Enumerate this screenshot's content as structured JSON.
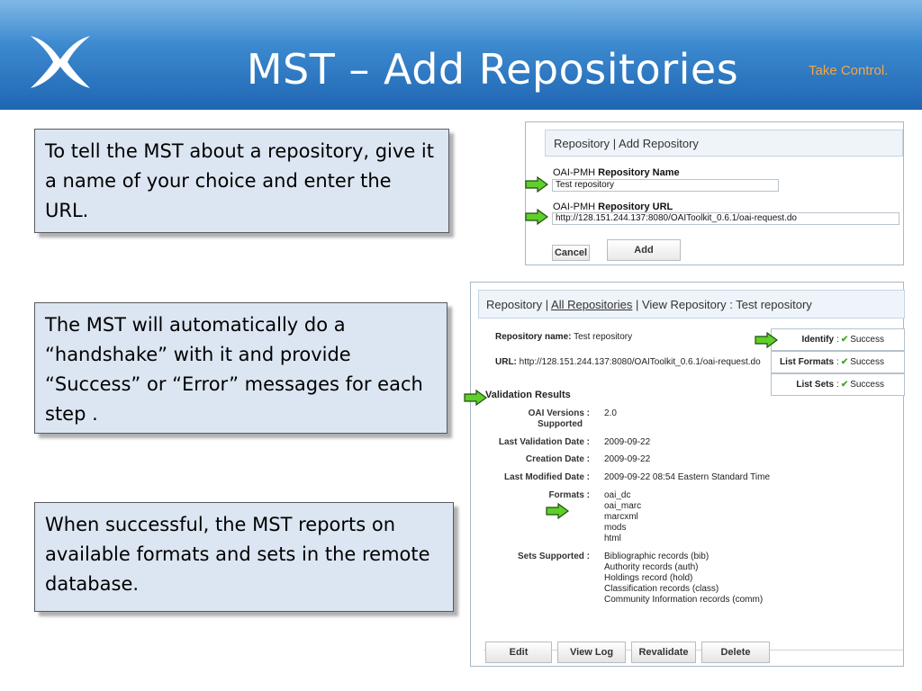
{
  "header": {
    "title": "MST – Add Repositories",
    "slogan": "Take Control.",
    "logo_icon": "x-mark-logo-icon",
    "colors": {
      "band": "#2e78c4",
      "slogan": "#f7a640"
    }
  },
  "notes": [
    "To tell the MST about a repository, give it a name of your choice and enter the URL.",
    "The MST will automatically do a “handshake” with it and provide “Success” or “Error” messages for each step .",
    "When successful, the MST reports on available formats and sets in the remote database."
  ],
  "add_repo": {
    "heading": "Repository | Add Repository",
    "name_prefix": "OAI-PMH ",
    "name_label": "Repository Name",
    "name_value": "Test repository",
    "url_prefix": "OAI-PMH ",
    "url_label": "Repository URL",
    "url_value": "http://128.151.244.137:8080/OAIToolkit_0.6.1/oai-request.do",
    "cancel_label": "Cancel",
    "add_label": "Add"
  },
  "view_repo": {
    "heading_prefix": "Repository | ",
    "heading_link": "All Repositories",
    "heading_suffix": " | View Repository : Test repository",
    "name_label": "Repository name:",
    "name_value": " Test repository",
    "url_label": "URL:",
    "url_value": " http://128.151.244.137:8080/OAIToolkit_0.6.1/oai-request.do",
    "status": [
      {
        "label": "Identify",
        "sep": " : ",
        "value": "Success"
      },
      {
        "label": "List Formats",
        "sep": " : ",
        "value": "Success"
      },
      {
        "label": "List Sets",
        "sep": " : ",
        "value": "Success"
      }
    ],
    "check_icon": "✔",
    "validation_title": "Validation Results",
    "oai_label_1": "OAI Versions :",
    "oai_label_2": "Supported",
    "oai_value": "2.0",
    "last_validation_label": "Last Validation Date :",
    "last_validation_value": "2009-09-22",
    "creation_label": "Creation Date :",
    "creation_value": "2009-09-22",
    "modified_label": "Last Modified Date :",
    "modified_value": "2009-09-22 08:54 Eastern Standard Time",
    "formats_label": "Formats :",
    "formats": [
      "oai_dc",
      "oai_marc",
      "marcxml",
      "mods",
      "html"
    ],
    "sets_label": "Sets Supported :",
    "sets": [
      "Bibliographic records (bib)",
      "Authority records (auth)",
      "Holdings record (hold)",
      "Classification records (class)",
      "Community Information records (comm)"
    ],
    "buttons": {
      "edit": "Edit",
      "view_log": "View Log",
      "revalidate": "Revalidate",
      "delete": "Delete"
    },
    "colors": {
      "success_check": "#49a62c"
    }
  },
  "arrow_color": "#5fcf2a"
}
